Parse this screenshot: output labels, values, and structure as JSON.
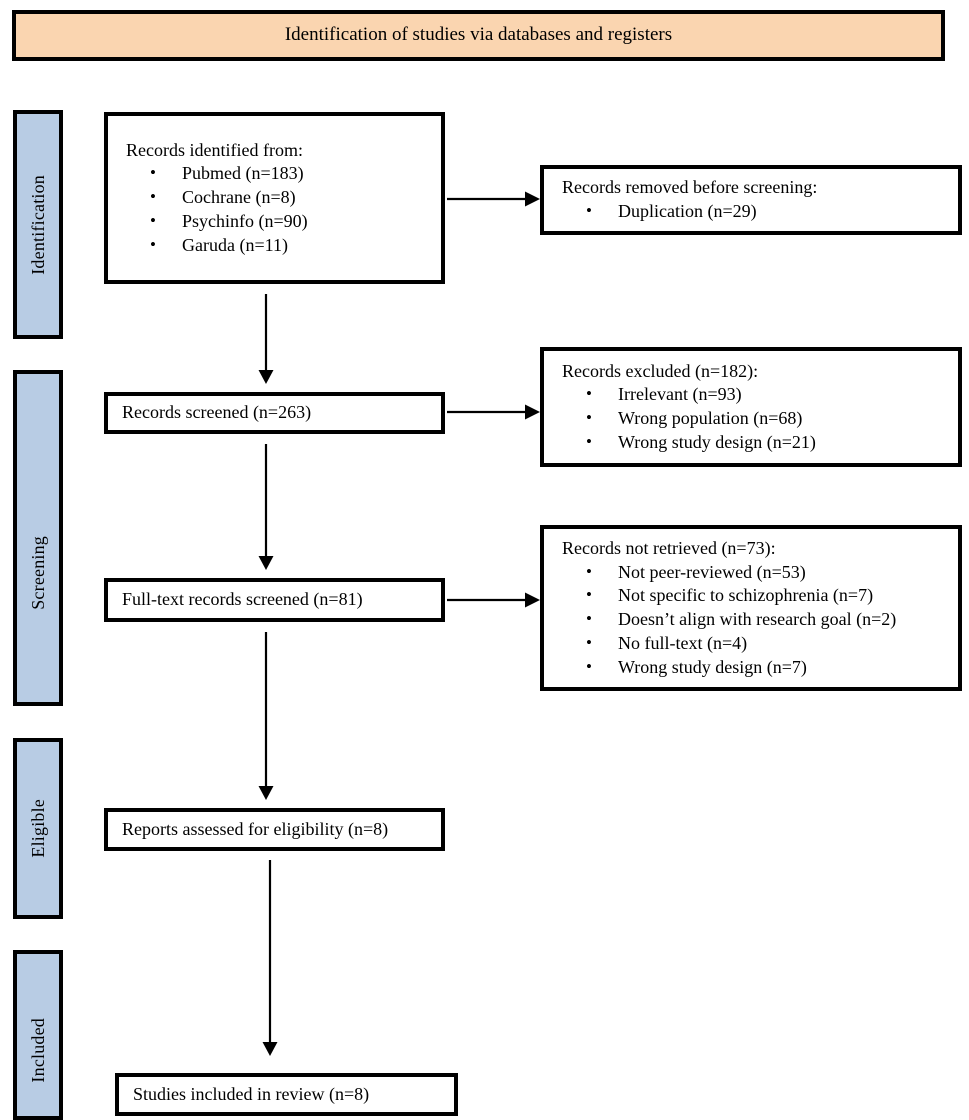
{
  "diagram": {
    "title": "Identification of studies via databases and registers",
    "type": "prisma-flow-diagram"
  },
  "header": {
    "label": "Identification of studies via databases and registers",
    "fill_color": "#fad5b0",
    "border_color": "#000000"
  },
  "stages": [
    {
      "id": "identification",
      "label": "Identification",
      "fill_color": "#b8cce4"
    },
    {
      "id": "screening",
      "label": "Screening",
      "fill_color": "#b8cce4"
    },
    {
      "id": "eligible",
      "label": "Eligible",
      "fill_color": "#b8cce4"
    },
    {
      "id": "included",
      "label": "Included",
      "fill_color": "#b8cce4"
    }
  ],
  "flow": {
    "identified": {
      "lead": "Records identified from:",
      "items": [
        "Pubmed (n=183)",
        "Cochrane (n=8)",
        "Psychinfo (n=90)",
        "Garuda (n=11)"
      ]
    },
    "removed": {
      "lead": "Records removed before screening:",
      "items": [
        "Duplication (n=29)"
      ]
    },
    "screened": {
      "label": "Records screened (n=263)"
    },
    "excluded": {
      "lead": "Records excluded (n=182):",
      "items": [
        "Irrelevant (n=93)",
        "Wrong population (n=68)",
        "Wrong study design (n=21)"
      ]
    },
    "fulltext_screened": {
      "label": "Full-text records screened (n=81)"
    },
    "not_retrieved": {
      "lead": "Records not retrieved (n=73):",
      "items": [
        "Not peer-reviewed (n=53)",
        "Not specific to schizophrenia (n=7)",
        "Doesn’t align with research goal (n=2)",
        "No full-text (n=4)",
        "Wrong study design (n=7)"
      ]
    },
    "eligibility": {
      "label": "Reports assessed for eligibility (n=8)"
    },
    "included": {
      "label": "Studies included in review (n=8)"
    }
  }
}
